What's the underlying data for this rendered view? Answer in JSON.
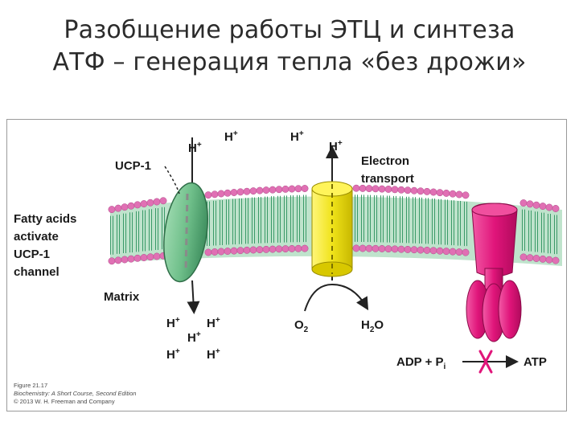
{
  "slide": {
    "title_line1": "Разобщение работы ЭТЦ и синтеза",
    "title_line2": "АТФ – генерация тепла «без дрожи»"
  },
  "figure": {
    "labels": {
      "ucp1": "UCP-1",
      "fatty_line1": "Fatty acids",
      "fatty_line2": "activate",
      "fatty_line3": "UCP-1",
      "fatty_line4": "channel",
      "matrix": "Matrix",
      "electron_line1": "Electron",
      "electron_line2": "transport",
      "o2": "O",
      "o2_sub": "2",
      "h2o_h": "H",
      "h2o_sub": "2",
      "h2o_o": "O",
      "adp": "ADP + P",
      "adp_sub": "i",
      "atp": "ATP"
    },
    "protons": {
      "h": "H",
      "plus": "+"
    },
    "caption": {
      "line1": "Figure 21.17",
      "line2": "Biochemistry: A Short Course, Second Edition",
      "line3": "© 2013 W. H. Freeman and Company"
    },
    "colors": {
      "lipid_head": "#e070b4",
      "lipid_tail": "#3a9a68",
      "membrane_band": "#bfe3cc",
      "ucp1": "#6fbf8a",
      "electron_transport": "#f0e31a",
      "atp_synthase": "#e0157a",
      "cross": "#e0157a"
    }
  }
}
